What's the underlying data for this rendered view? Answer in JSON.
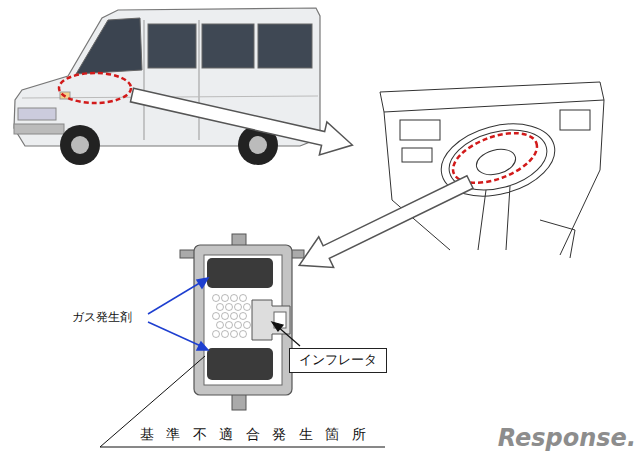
{
  "diagram": {
    "nodes": [
      {
        "text": [
          "インフレータ"
        ]
      }
    ],
    "labels": [
      "ガス発生剤",
      "基 準 不 適 合 発 生 箇 所",
      "Response."
    ]
  }
}
